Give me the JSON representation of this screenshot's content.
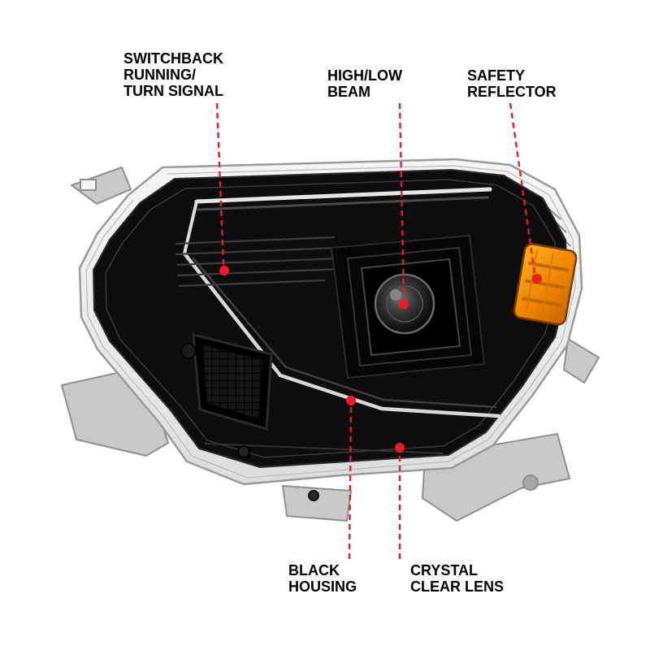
{
  "diagram": {
    "subject": "Projector headlight assembly with labeled features",
    "accent_color": "#ec1c24",
    "callouts": {
      "switchback": {
        "lines": [
          "SWITCHBACK",
          "RUNNING/",
          "TURN SIGNAL"
        ]
      },
      "high_low": {
        "lines": [
          "HIGH/LOW",
          "BEAM"
        ]
      },
      "safety_reflector": {
        "lines": [
          "SAFETY",
          "REFLECTOR"
        ]
      },
      "black_housing": {
        "lines": [
          "BLACK",
          "HOUSING"
        ]
      },
      "crystal_lens": {
        "lines": [
          "CRYSTAL",
          "CLEAR LENS"
        ]
      }
    },
    "part_colors": {
      "housing_black": "#0d0d0d",
      "reflector_amber": "#f08a00",
      "bracket_gray": "#c9c9c9",
      "shell_outline": "#9a9a9a"
    }
  }
}
